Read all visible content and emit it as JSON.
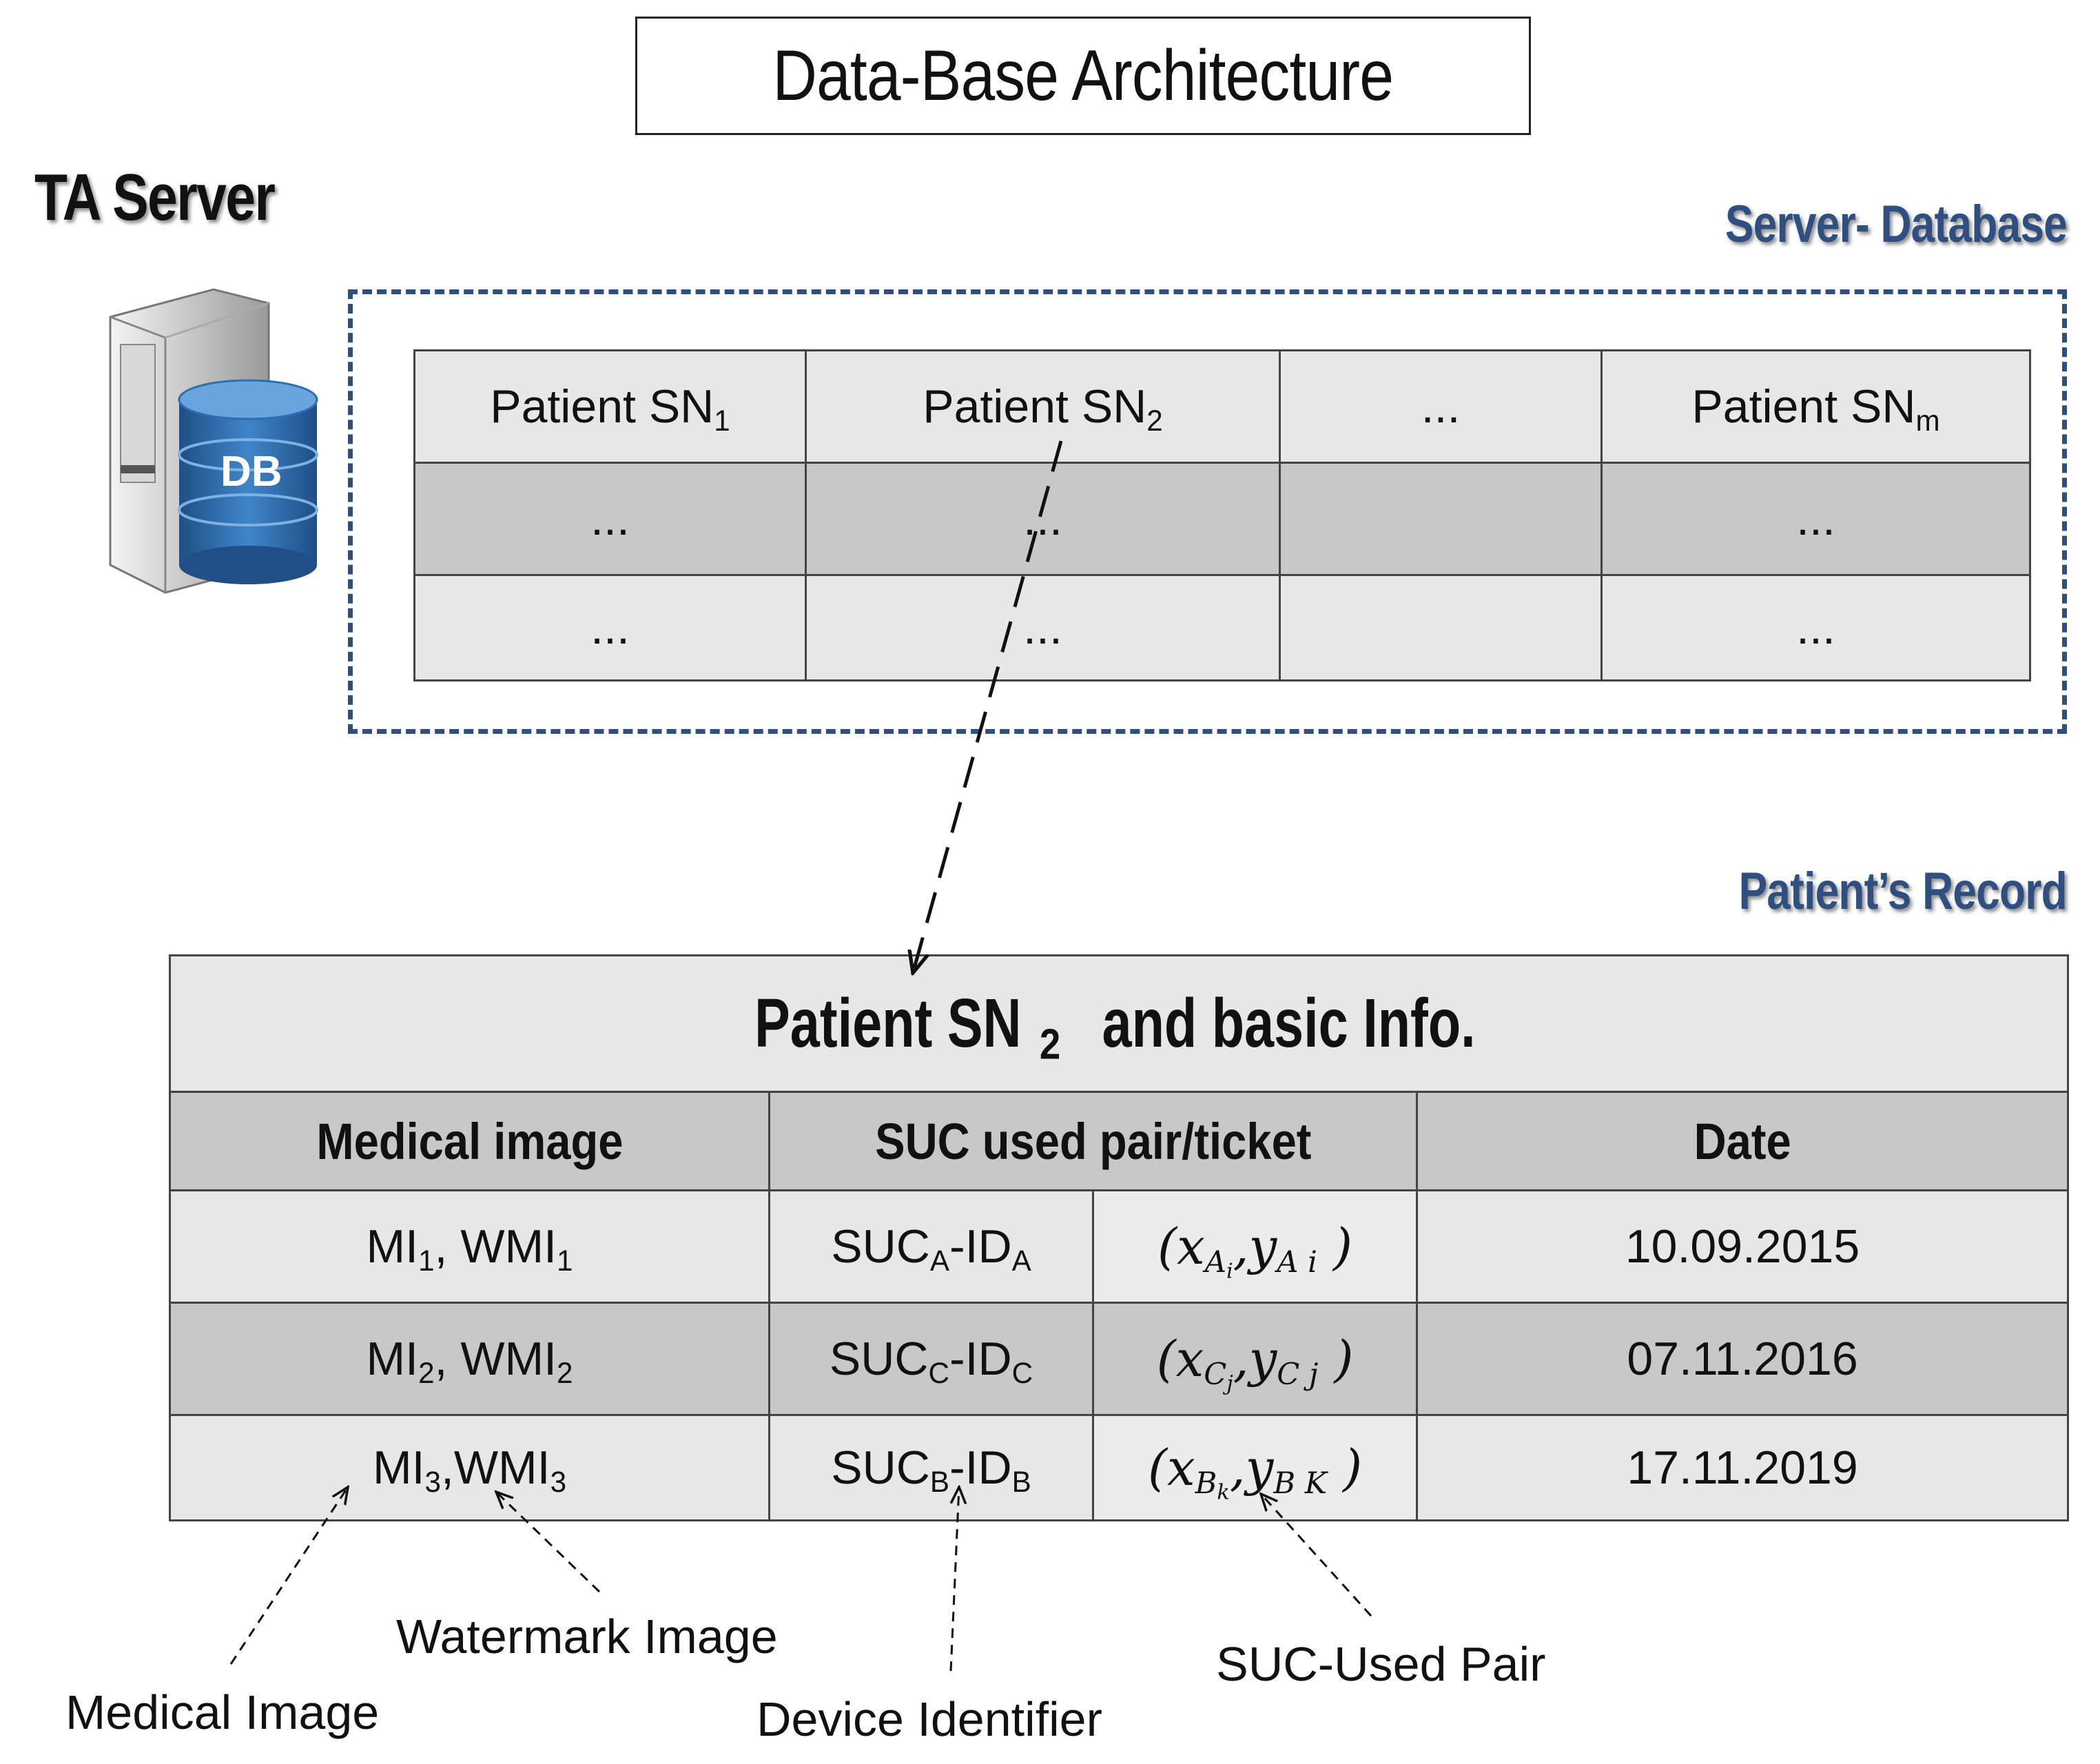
{
  "title": "Data-Base Architecture",
  "server": {
    "label": "TA Server",
    "icon_label": "DB",
    "icon": "server-database-icon"
  },
  "server_database": {
    "label": "Server- Database",
    "columns": [
      {
        "base": "Patient SN",
        "sub": "1"
      },
      {
        "base": "Patient SN",
        "sub": "2"
      },
      {
        "base": "...",
        "sub": ""
      },
      {
        "base": "Patient SN",
        "sub": "m"
      }
    ],
    "rows": [
      [
        "...",
        "...",
        "",
        "..."
      ],
      [
        "...",
        "...",
        "",
        "..."
      ]
    ]
  },
  "patient_record": {
    "label": "Patient’s Record",
    "title_base": "Patient SN",
    "title_sub": "2",
    "title_rest": " and basic Info.",
    "headers": {
      "medical_image": "Medical image",
      "suc_pair": "SUC used pair/ticket",
      "date": "Date"
    },
    "rows": [
      {
        "mi": "MI",
        "mi_sub": "1",
        "sep": ", ",
        "wmi": "WMI",
        "wmi_sub": "1",
        "suc": "SUC",
        "suc_sub": "A",
        "id": "-ID",
        "id_sub": "A",
        "x": "x",
        "x_sub": "A",
        "x_sub2": "i",
        "y": "y",
        "y_sub": "A",
        "y_sub2": "i",
        "date": "10.09.2015"
      },
      {
        "mi": "MI",
        "mi_sub": "2",
        "sep": ", ",
        "wmi": "WMI",
        "wmi_sub": "2",
        "suc": "SUC",
        "suc_sub": "C",
        "id": "-ID",
        "id_sub": "C",
        "x": "x",
        "x_sub": "C",
        "x_sub2": "j",
        "y": "y",
        "y_sub": "C",
        "y_sub2": "j",
        "date": "07.11.2016"
      },
      {
        "mi": "MI",
        "mi_sub": "3",
        "sep": ",",
        "wmi": "WMI",
        "wmi_sub": "3",
        "suc": "SUC",
        "suc_sub": "B",
        "id": "-ID",
        "id_sub": "B",
        "x": "x",
        "x_sub": "B",
        "x_sub2": "k",
        "y": "y",
        "y_sub": "B",
        "y_sub2": "K",
        "date": "17.11.2019"
      }
    ]
  },
  "annotations": {
    "medical_image": "Medical Image",
    "watermark_image": "Watermark Image",
    "device_identifier": "Device Identifier",
    "suc_used_pair": "SUC-Used Pair"
  },
  "colors": {
    "frame_blue": "#2f4f80",
    "cell_light": "#e7e7e7",
    "cell_dark": "#c8c8c8",
    "db_blue": "#2d6fb3"
  }
}
